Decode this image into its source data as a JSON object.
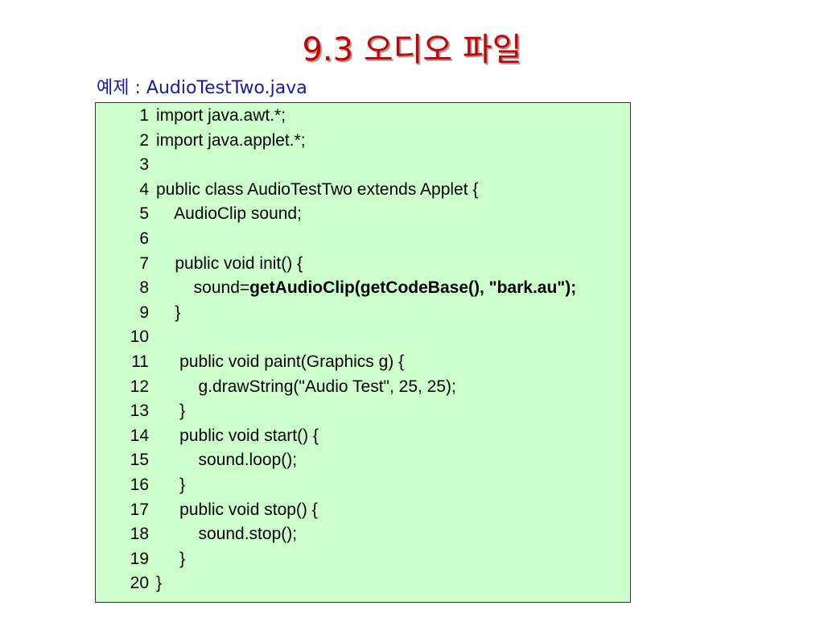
{
  "slide": {
    "title": "9.3 오디오 파일",
    "subtitle_prefix": "예제 : ",
    "subtitle_file": "AudioTestTwo.java"
  },
  "code_lines": [
    {
      "num": "1",
      "indent": "",
      "text": "import java.awt.*;",
      "bold": ""
    },
    {
      "num": "2",
      "indent": "",
      "text": "import java.applet.*;",
      "bold": ""
    },
    {
      "num": "3",
      "indent": "",
      "text": "",
      "bold": ""
    },
    {
      "num": "4",
      "indent": "",
      "text": "public class AudioTestTwo extends Applet {",
      "bold": ""
    },
    {
      "num": "5",
      "indent": "    ",
      "text": "AudioClip sound;",
      "bold": ""
    },
    {
      "num": "6",
      "indent": "",
      "text": "",
      "bold": ""
    },
    {
      "num": "7",
      "indent": "    ",
      "text": "public void init() {",
      "bold": ""
    },
    {
      "num": "8",
      "indent": "        ",
      "text": "sound=",
      "bold": "getAudioClip(getCodeBase(), \"bark.au\");"
    },
    {
      "num": "9",
      "indent": "    ",
      "text": "}",
      "bold": ""
    },
    {
      "num": "10",
      "indent": "",
      "text": "",
      "bold": ""
    },
    {
      "num": "11",
      "indent": "     ",
      "text": "public void paint(Graphics g) {",
      "bold": ""
    },
    {
      "num": "12",
      "indent": "         ",
      "text": "g.drawString(\"Audio Test\", 25, 25);",
      "bold": ""
    },
    {
      "num": "13",
      "indent": "     ",
      "text": "}",
      "bold": ""
    },
    {
      "num": "14",
      "indent": "     ",
      "text": "public void start() {",
      "bold": ""
    },
    {
      "num": "15",
      "indent": "         ",
      "text": "sound.loop();",
      "bold": ""
    },
    {
      "num": "16",
      "indent": "     ",
      "text": "}",
      "bold": ""
    },
    {
      "num": "17",
      "indent": "     ",
      "text": "public void stop() {",
      "bold": ""
    },
    {
      "num": "18",
      "indent": "         ",
      "text": "sound.stop();",
      "bold": ""
    },
    {
      "num": "19",
      "indent": "     ",
      "text": "}",
      "bold": ""
    },
    {
      "num": "20",
      "indent": "",
      "text": "}",
      "bold": ""
    }
  ],
  "colors": {
    "title": "#cc0000",
    "subtitle": "#1a1aa6",
    "code_background": "#ccffcc"
  }
}
